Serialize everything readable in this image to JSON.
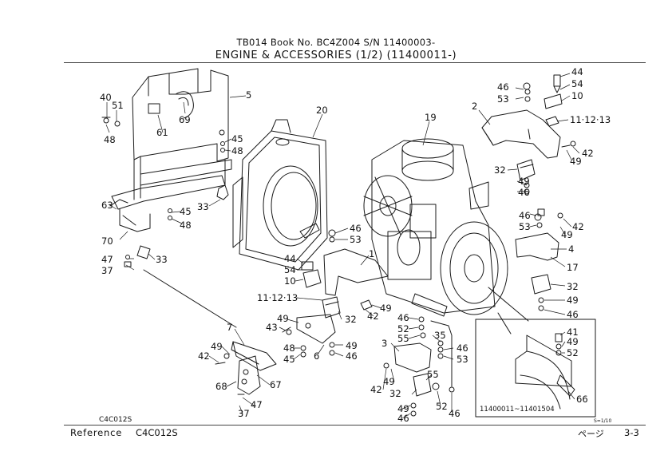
{
  "header": {
    "line1": "TB014   Book No.  BC4Z004   S/N 11400003-",
    "line2": "ENGINE & ACCESSORIES (1/2) (11400011-)"
  },
  "footer": {
    "small_code": "C4C012S",
    "reference_label": "Reference",
    "reference_code": "C4C012S",
    "scale_note": "S=1/10",
    "page_label": "ページ",
    "page_number": "3-3"
  },
  "inset": {
    "caption": "11400011~11401504"
  },
  "callouts": [
    "40",
    "51",
    "48",
    "61",
    "69",
    "5",
    "45",
    "48",
    "33",
    "45",
    "48",
    "63",
    "70",
    "47",
    "37",
    "33",
    "20",
    "19",
    "2",
    "46",
    "53",
    "44",
    "54",
    "10",
    "11·12·13",
    "42",
    "49",
    "32",
    "49",
    "46",
    "46",
    "53",
    "1",
    "44",
    "54",
    "10",
    "11·12·13",
    "49",
    "42",
    "32",
    "49",
    "43",
    "48",
    "45",
    "6",
    "49",
    "46",
    "7",
    "49",
    "42",
    "68",
    "67",
    "47",
    "37",
    "46",
    "52",
    "55",
    "35",
    "46",
    "53",
    "3",
    "49",
    "42",
    "55",
    "32",
    "49",
    "46",
    "52",
    "46",
    "46",
    "53",
    "42",
    "49",
    "4",
    "17",
    "32",
    "49",
    "46",
    "41",
    "49",
    "52",
    "66"
  ]
}
